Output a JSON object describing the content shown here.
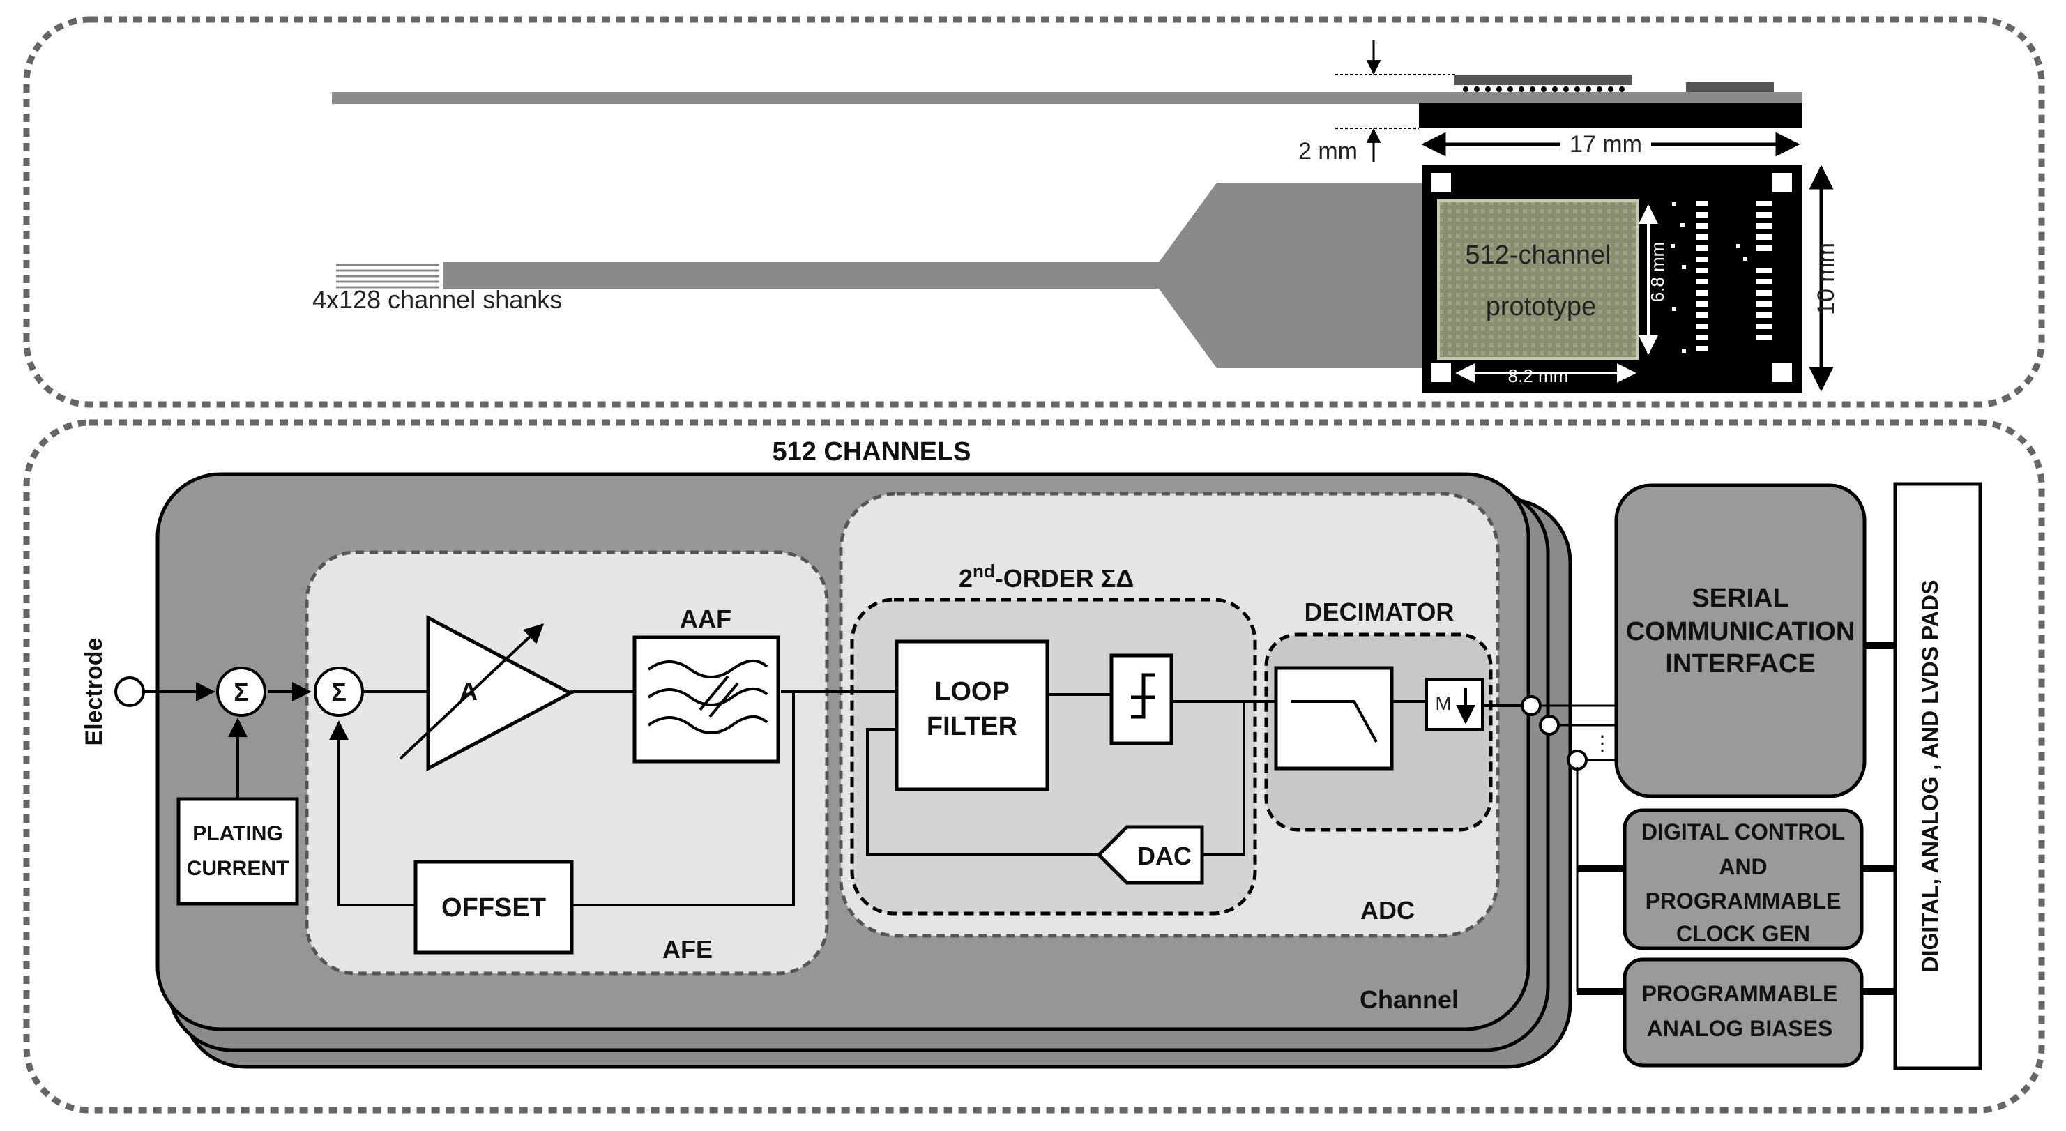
{
  "probe": {
    "thickness_label": "2 mm",
    "width_label": "17 mm",
    "height_label": "10 mm",
    "chip_height_label": "6.8 mm",
    "chip_width_label": "8.2 mm",
    "chip_title_line1": "512-channel",
    "chip_title_line2": "prototype",
    "shanks_label": "4x128 channel shanks"
  },
  "channel_diagram": {
    "title": "512 CHANNELS",
    "electrode_label": "Electrode",
    "sum_symbol": "Σ",
    "plating_line1": "PLATING",
    "plating_line2": "CURRENT",
    "amp_label": "A",
    "aaf_label": "AAF",
    "offset_label": "OFFSET",
    "afe_label": "AFE",
    "sd_title_pre": "2",
    "sd_title_sup": "nd",
    "sd_title_post": "-ORDER ΣΔ",
    "loop_filter_line1": "LOOP",
    "loop_filter_line2": "FILTER",
    "dac_label": "DAC",
    "decimator_label": "DECIMATOR",
    "decim_factor": "M",
    "adc_label": "ADC",
    "channel_label": "Channel",
    "ellipsis": "⋮",
    "serial_line1": "SERIAL",
    "serial_line2": "COMMUNICATION",
    "serial_line3": "INTERFACE",
    "digital_line1": "DIGITAL CONTROL",
    "digital_line2": "AND",
    "digital_line3": "PROGRAMMABLE",
    "digital_line4": "CLOCK GEN",
    "biases_line1": "PROGRAMMABLE",
    "biases_line2": "ANALOG BIASES",
    "pads_label": "DIGITAL, ANALOG , AND LVDS PADS"
  }
}
